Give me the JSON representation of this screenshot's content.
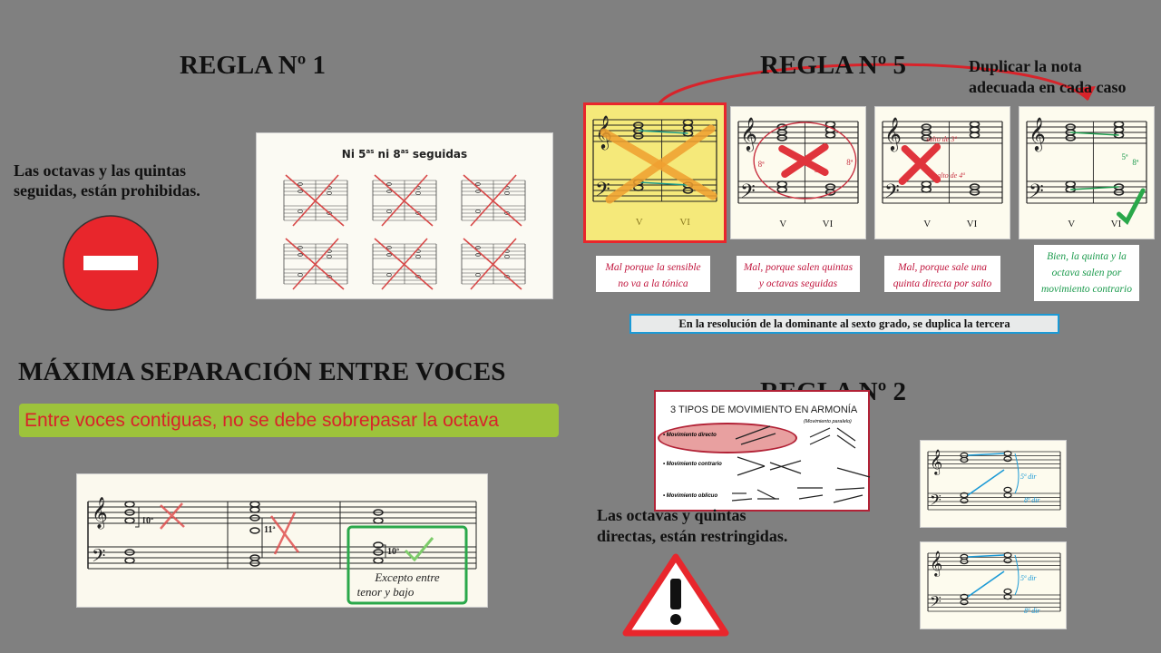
{
  "rule1": {
    "title": "REGLA Nº 1",
    "description_line1": "Las octavas y las quintas",
    "description_line2": "seguidas, están prohibidas.",
    "panel_title": "Ni 5",
    "panel_title_sup1": "as",
    "panel_title_mid": " ni 8",
    "panel_title_sup2": "as",
    "panel_title_end": " seguidas",
    "icon": "no-entry-icon"
  },
  "rule5": {
    "title": "REGLA Nº  5",
    "note_line1": "Duplicar la nota",
    "note_line2": "adecuada en cada caso",
    "chord_label_v": "V",
    "chord_label_vi": "VI",
    "annotations": {
      "salto_3": "salto de 3ª",
      "salto_4": "salto de 4ª",
      "fifth": "5ª",
      "eighth": "8ª"
    },
    "captions": [
      {
        "line1": "Mal porque la sensible",
        "line2": "no va a la tónica",
        "color": "#c0143c"
      },
      {
        "line1": "Mal, porque salen quintas",
        "line2": "y octavas seguidas",
        "color": "#c0143c"
      },
      {
        "line1": "Mal, porque sale una",
        "line2": "quinta directa por salto",
        "color": "#c0143c"
      },
      {
        "line1": "Bien, la quinta y la",
        "line2": "octava salen por",
        "line3": "movimiento contrario",
        "color": "#1a9a4c"
      }
    ],
    "resolution_note": "En la resolución de la dominante al sexto grado, se duplica la tercera"
  },
  "separation": {
    "title": "MÁXIMA SEPARACIÓN ENTRE VOCES",
    "rule": "Entre voces contiguas, no se debe sobrepasar la octava",
    "interval_10": "10ª",
    "interval_11": "11ª",
    "exception_line1": "Excepto entre",
    "exception_line2": "tenor y bajo"
  },
  "rule2": {
    "title": "REGLA Nº  2",
    "description_line1": "Las octavas y quintas",
    "description_line2": "directas, están restringidas.",
    "movement_title": "3 TIPOS DE MOVIMIENTO EN ARMONÍA",
    "movement_parallel": "(Movimiento paralelo)",
    "movement_direct": "Movimiento directo",
    "movement_contrary": "Movimiento contrario",
    "movement_oblique": "Movimiento oblicuo",
    "label_5_dir": "5ª dir",
    "label_8_dir": "8ª dir",
    "icon": "warning-icon"
  },
  "colors": {
    "background": "#808080",
    "no_entry": "#e8262c",
    "warning_border": "#e8262c",
    "highlight_yellow": "#f5e97a",
    "rule_box": "#9dc33b",
    "rule_text": "#d8232a",
    "good_green": "#2aa84a",
    "blue_note": "#1b9ad6"
  }
}
